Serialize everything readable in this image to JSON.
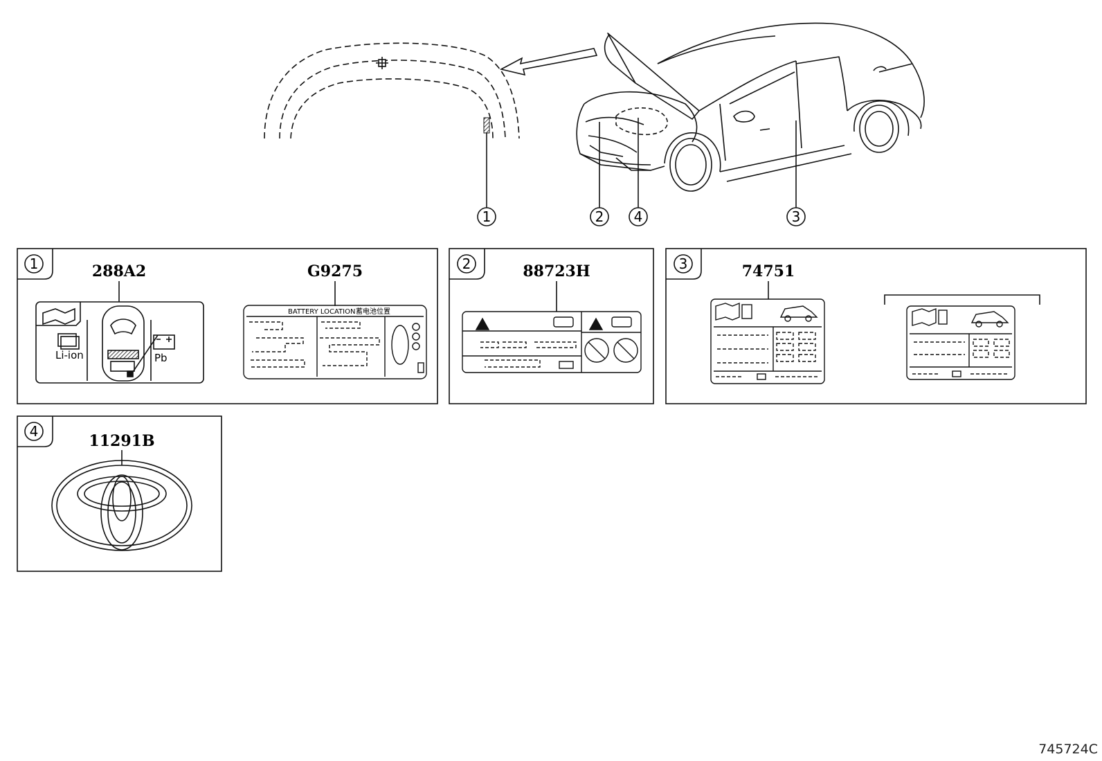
{
  "callouts": [
    "1",
    "2",
    "3",
    "4"
  ],
  "panels": [
    {
      "callout": "1",
      "parts": [
        "288A2",
        "G9275"
      ]
    },
    {
      "callout": "2",
      "parts": [
        "88723H"
      ]
    },
    {
      "callout": "3",
      "parts": [
        "74751"
      ]
    },
    {
      "callout": "4",
      "parts": [
        "11291B"
      ]
    }
  ],
  "labels": {
    "li_ion": "Li-ion",
    "pb": "Pb",
    "battery_location": "BATTERY LOCATION",
    "battery_location_cn": "蓄电池位置"
  },
  "reference_code": "745724C"
}
